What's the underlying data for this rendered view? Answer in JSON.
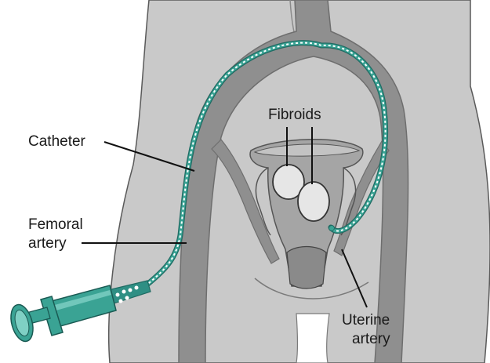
{
  "labels": {
    "catheter": "Catheter",
    "femoral_line1": "Femoral",
    "femoral_line2": "artery",
    "fibroids": "Fibroids",
    "uterine_line1": "Uterine",
    "uterine_line2": "artery"
  },
  "colors": {
    "body": "#c9c9c9",
    "body_outline": "#5a5a5a",
    "vessel": "#8f8f8f",
    "vessel_edge": "#6e6e6e",
    "uterus": "#a5a5a5",
    "fibroid": "#e6e6e6",
    "catheter": "#2f8f84",
    "catheter_dark": "#1f6b63",
    "syringe": "#3aa394",
    "leader": "#111111"
  }
}
